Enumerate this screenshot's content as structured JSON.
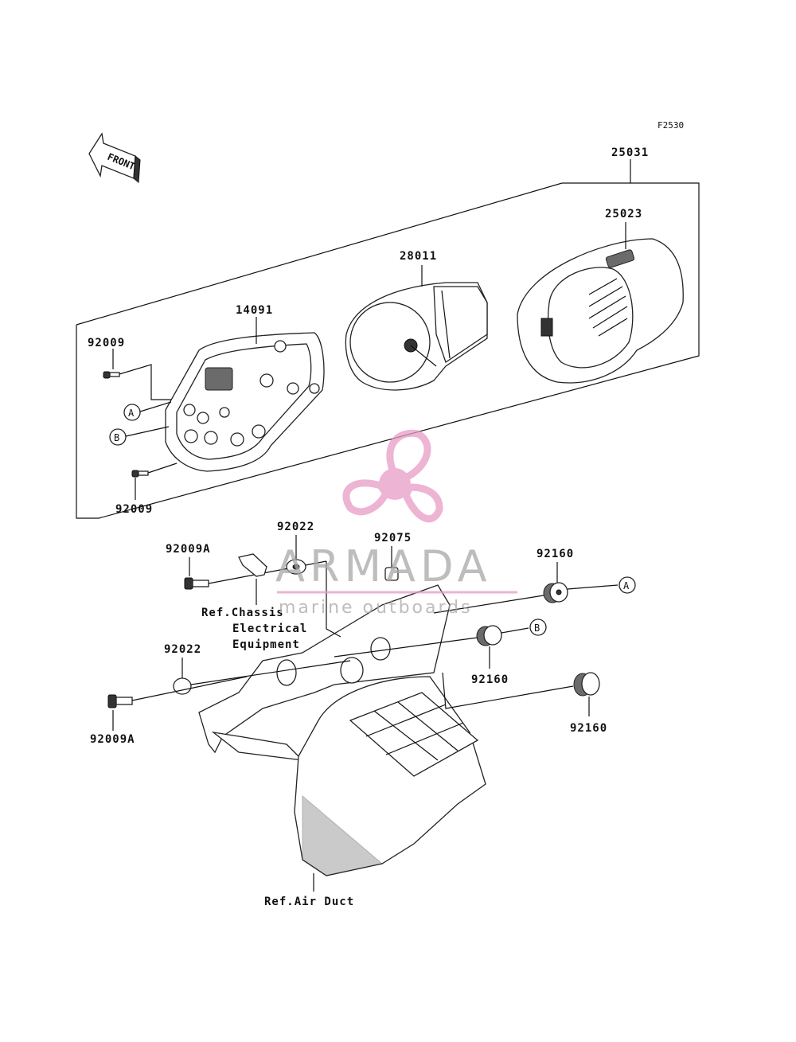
{
  "figure_code": "F2530",
  "front_label": "FRONT",
  "watermark": {
    "brand": "ARMADA",
    "tagline": "marine outboards",
    "color": "#e79bc6",
    "text_color": "#a7a7a7"
  },
  "parts": {
    "assembly": "25031",
    "case": "25023",
    "meter_unit": "28011",
    "cover": "14091",
    "screw_top": "92009",
    "screw_bottom": "92009",
    "bracket_screw_top": "92009A",
    "bracket_screw_bottom": "92009A",
    "washer_top": "92022",
    "washer_bottom": "92022",
    "clip": "92075",
    "damper_a": "92160",
    "damper_b": "92160",
    "damper_c": "92160"
  },
  "markers": {
    "a": "A",
    "b": "B"
  },
  "references": {
    "chassis_line1": "Ref.Chassis",
    "chassis_line2": "Electrical",
    "chassis_line3": "Equipment",
    "air_duct": "Ref.Air Duct"
  }
}
